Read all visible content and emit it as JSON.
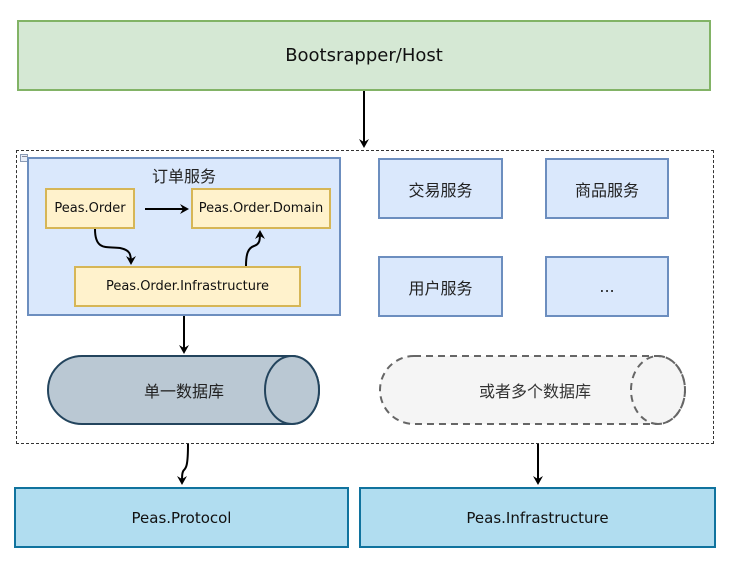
{
  "diagram": {
    "host": {
      "label": "Bootsrapper/Host"
    },
    "order_service": {
      "title": "订单服务",
      "modules": {
        "order": "Peas.Order",
        "domain": "Peas.Order.Domain",
        "infrastructure": "Peas.Order.Infrastructure"
      }
    },
    "services": [
      {
        "label": "交易服务"
      },
      {
        "label": "商品服务"
      },
      {
        "label": "用户服务"
      },
      {
        "label": "..."
      }
    ],
    "databases": {
      "single": "单一数据库",
      "multiple": "或者多个数据库"
    },
    "bottom": {
      "protocol": "Peas.Protocol",
      "infrastructure": "Peas.Infrastructure"
    },
    "colors": {
      "host_fill": "#d5e8d4",
      "host_stroke": "#82b366",
      "service_fill": "#dae8fc",
      "service_stroke": "#6c8ebf",
      "module_fill": "#fff2cc",
      "module_stroke": "#d6b656",
      "bottom_fill": "#b1ddf0",
      "bottom_stroke": "#10739e",
      "db_fill": "#bac8d3",
      "db_stroke": "#23445d",
      "db_optional_fill": "#f5f5f5",
      "db_optional_stroke": "#666666"
    }
  }
}
